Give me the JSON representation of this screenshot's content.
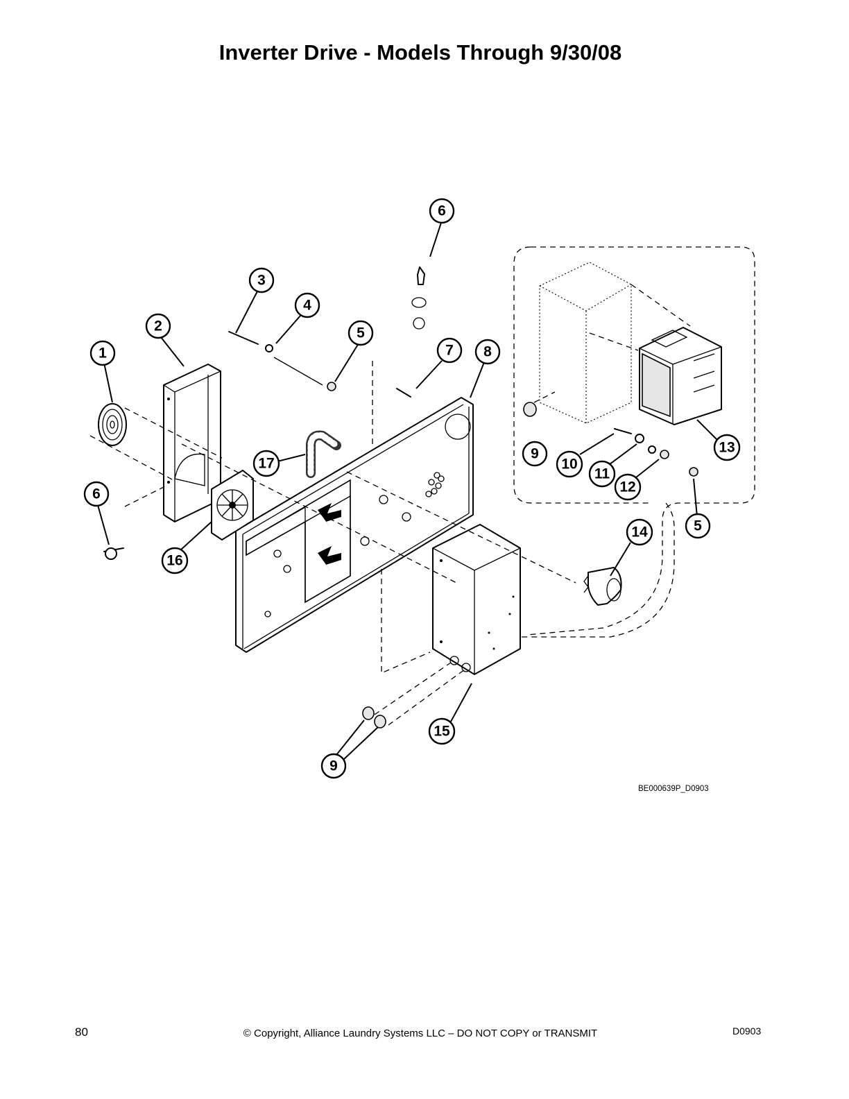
{
  "title": "Inverter Drive - Models Through 9/30/08",
  "drawing_code": "BE000639P_D0903",
  "footer": {
    "page_number": "80",
    "copyright": "© Copyright, Alliance Laundry Systems LLC – DO NOT COPY or TRANSMIT",
    "doc_code": "D0903"
  },
  "callouts": [
    {
      "id": "callout-1",
      "label": "1"
    },
    {
      "id": "callout-2",
      "label": "2"
    },
    {
      "id": "callout-3",
      "label": "3"
    },
    {
      "id": "callout-4",
      "label": "4"
    },
    {
      "id": "callout-5a",
      "label": "5"
    },
    {
      "id": "callout-5b",
      "label": "5"
    },
    {
      "id": "callout-6a",
      "label": "6"
    },
    {
      "id": "callout-6b",
      "label": "6"
    },
    {
      "id": "callout-7",
      "label": "7"
    },
    {
      "id": "callout-8",
      "label": "8"
    },
    {
      "id": "callout-9a",
      "label": "9"
    },
    {
      "id": "callout-9b",
      "label": "9"
    },
    {
      "id": "callout-10",
      "label": "10"
    },
    {
      "id": "callout-11",
      "label": "11"
    },
    {
      "id": "callout-12",
      "label": "12"
    },
    {
      "id": "callout-13",
      "label": "13"
    },
    {
      "id": "callout-14",
      "label": "14"
    },
    {
      "id": "callout-15",
      "label": "15"
    },
    {
      "id": "callout-16",
      "label": "16"
    },
    {
      "id": "callout-17",
      "label": "17"
    }
  ]
}
